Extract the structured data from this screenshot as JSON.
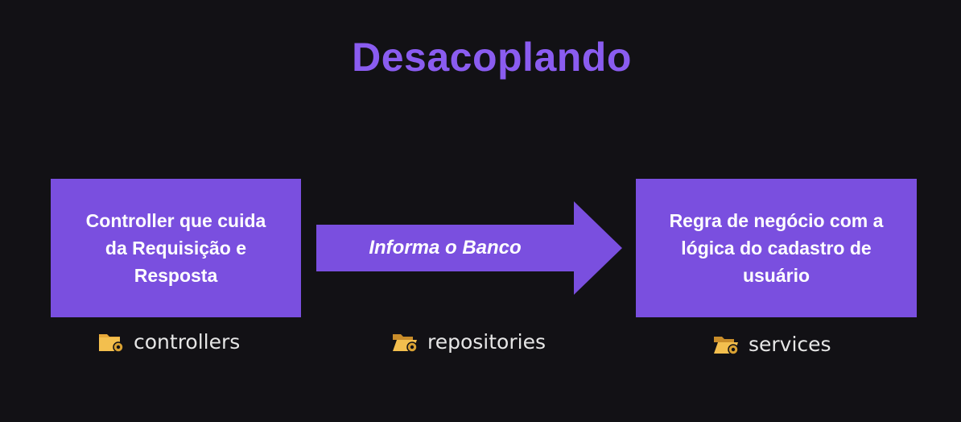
{
  "title": "Desacoplando",
  "boxes": {
    "left": {
      "line1": "Controller que cuida",
      "line2": "da Requisição e",
      "line3": "Resposta"
    },
    "right": {
      "line1": "Regra de negócio com a",
      "line2": "lógica do cadastro de",
      "line3": "usuário"
    }
  },
  "arrow": {
    "label": "Informa o Banco"
  },
  "folders": [
    {
      "name": "controllers",
      "icon": "folder-gear-icon"
    },
    {
      "name": "repositories",
      "icon": "folder-open-gear-icon"
    },
    {
      "name": "services",
      "icon": "folder-open-gear-icon"
    }
  ],
  "colors": {
    "background": "#121115",
    "accent": "#7a4fdf",
    "title": "#8a5cf0",
    "folder": "#e8a93a"
  }
}
